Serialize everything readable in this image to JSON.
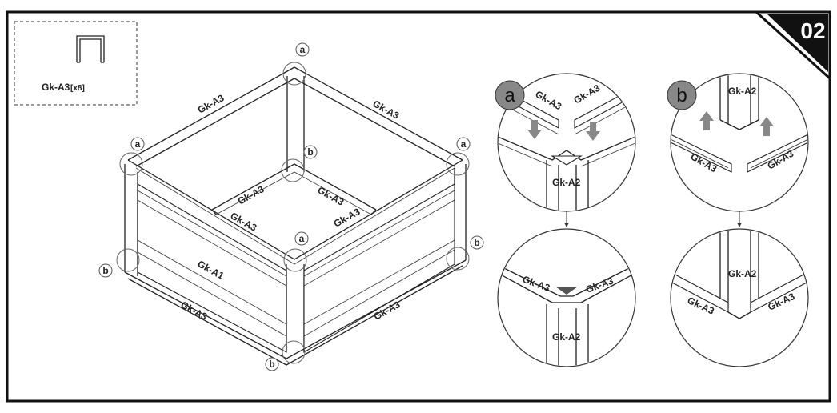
{
  "step": {
    "number": "02",
    "colors": {
      "badge": "#111111",
      "badge_text": "#ffffff",
      "arrow": "#888888"
    }
  },
  "parts_box": {
    "part": "Gk-A3",
    "qty": "[x8]"
  },
  "main": {
    "top_left_rail": "Gk-A3",
    "top_right_rail": "Gk-A3",
    "inner_rail_1": "Gk-A3",
    "inner_rail_2": "Gk-A3",
    "inner_rail_3": "Gk-A3",
    "inner_rail_4": "Gk-A3",
    "front_panel": "Gk-A1",
    "bottom_left_rail": "Gk-A3",
    "bottom_right_rail": "Gk-A3",
    "callout_a": "a",
    "callout_b": "b"
  },
  "detail_a": {
    "badge": "a",
    "rail_left": "Gk-A3",
    "rail_right": "Gk-A3",
    "post": "Gk-A2",
    "result_rail_left": "Gk-A3",
    "result_rail_right": "Gk-A3",
    "result_post": "Gk-A2"
  },
  "detail_b": {
    "badge": "b",
    "post": "Gk-A2",
    "rail_left": "Gk-A3",
    "rail_right": "Gk-A3",
    "result_post": "Gk-A2",
    "result_rail_left": "Gk-A3",
    "result_rail_right": "Gk-A3"
  }
}
